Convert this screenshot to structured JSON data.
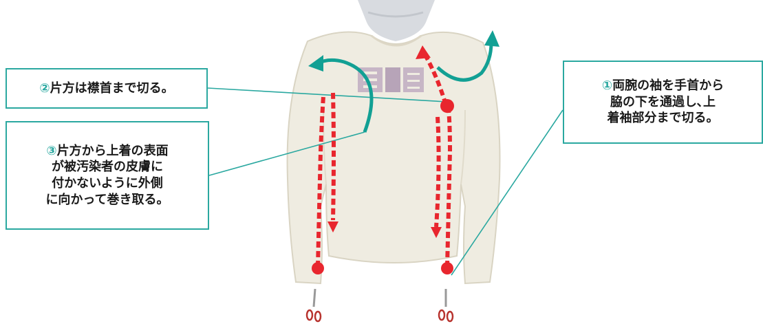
{
  "callouts": {
    "step1": {
      "number": "①",
      "lines": [
        "両腕の袖を手首から",
        "脇の下を通過し､上",
        "着袖部分まで切る。"
      ]
    },
    "step2": {
      "number": "②",
      "lines": [
        "片方は襟首まで切る。"
      ]
    },
    "step3": {
      "number": "③",
      "lines": [
        "片方から上着の表面",
        "が被汚染者の皮膚に",
        "付かないように外側",
        "に向かって巻き取る。"
      ]
    }
  },
  "colors": {
    "accent_teal": "#2aa8a0",
    "cut_red": "#e8262e",
    "shirt": "#efece1"
  },
  "icons": {
    "scissors": "scissors-icon",
    "cut_start": "cut-start-dot-icon",
    "roll_arrow": "curved-arrow-icon"
  }
}
